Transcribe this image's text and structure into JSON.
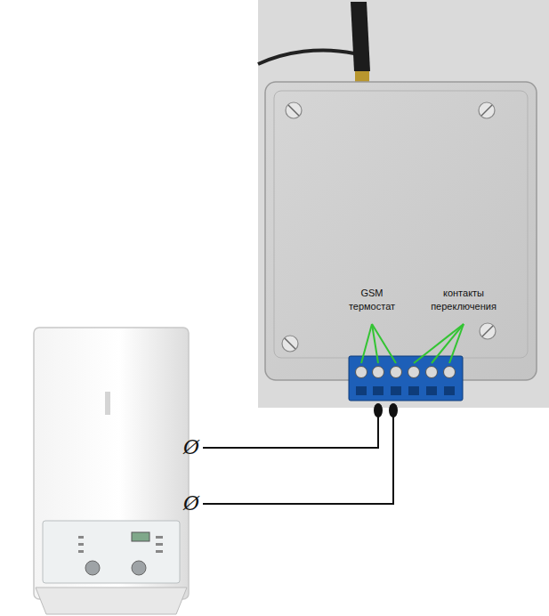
{
  "diagram": {
    "nodes": [
      {
        "text": [
          "GSM термостат",
          "контакты переключения"
        ]
      }
    ],
    "labels": [
      "Ø",
      "Ø"
    ]
  }
}
